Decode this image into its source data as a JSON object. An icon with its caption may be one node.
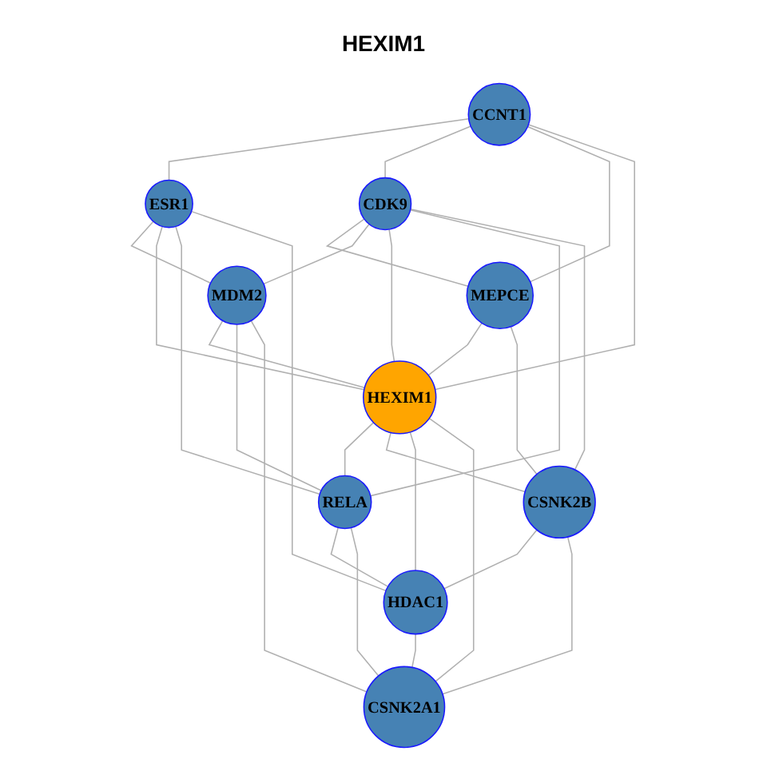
{
  "diagram": {
    "title": "HEXIM1",
    "nodes": [
      {
        "text": [
          "CCNT1"
        ]
      },
      {
        "text": [
          "ESR1"
        ]
      },
      {
        "text": [
          "CDK9"
        ]
      },
      {
        "text": [
          "MEPCE"
        ]
      },
      {
        "text": [
          "MDM2"
        ]
      },
      {
        "text": [
          "HEXIM1"
        ]
      },
      {
        "text": [
          "RELA"
        ]
      },
      {
        "text": [
          "CSNK2B"
        ]
      },
      {
        "text": [
          "HDAC1"
        ]
      },
      {
        "text": [
          "CSNK2A1"
        ]
      }
    ],
    "edges": [
      {
        "from": 0,
        "to": 1,
        "arrow": "none"
      },
      {
        "from": 0,
        "to": 2,
        "arrow": "none"
      },
      {
        "from": 0,
        "to": 3,
        "arrow": "none"
      },
      {
        "from": 0,
        "to": 5,
        "arrow": "none"
      },
      {
        "from": 1,
        "to": 4,
        "arrow": "none"
      },
      {
        "from": 1,
        "to": 5,
        "arrow": "none"
      },
      {
        "from": 1,
        "to": 6,
        "arrow": "none"
      },
      {
        "from": 1,
        "to": 8,
        "arrow": "none"
      },
      {
        "from": 2,
        "to": 3,
        "arrow": "none"
      },
      {
        "from": 2,
        "to": 4,
        "arrow": "none"
      },
      {
        "from": 2,
        "to": 5,
        "arrow": "none"
      },
      {
        "from": 2,
        "to": 6,
        "arrow": "none"
      },
      {
        "from": 2,
        "to": 7,
        "arrow": "none"
      },
      {
        "from": 3,
        "to": 5,
        "arrow": "none"
      },
      {
        "from": 3,
        "to": 7,
        "arrow": "none"
      },
      {
        "from": 4,
        "to": 5,
        "arrow": "none"
      },
      {
        "from": 4,
        "to": 6,
        "arrow": "none"
      },
      {
        "from": 4,
        "to": 9,
        "arrow": "none"
      },
      {
        "from": 5,
        "to": 6,
        "arrow": "none"
      },
      {
        "from": 5,
        "to": 7,
        "arrow": "none"
      },
      {
        "from": 5,
        "to": 8,
        "arrow": "none"
      },
      {
        "from": 5,
        "to": 9,
        "arrow": "none"
      },
      {
        "from": 6,
        "to": 8,
        "arrow": "none"
      },
      {
        "from": 6,
        "to": 9,
        "arrow": "none"
      },
      {
        "from": 7,
        "to": 8,
        "arrow": "none"
      },
      {
        "from": 7,
        "to": 9,
        "arrow": "none"
      },
      {
        "from": 8,
        "to": 9,
        "arrow": "none"
      }
    ]
  }
}
